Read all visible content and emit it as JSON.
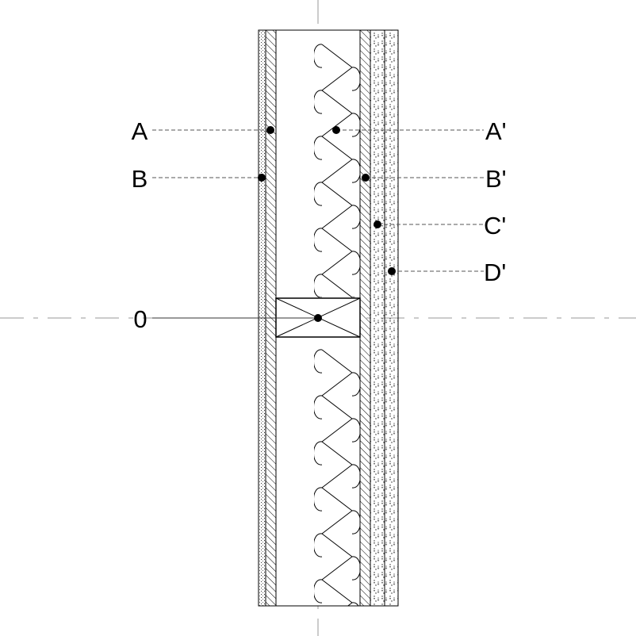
{
  "labels_left": [
    {
      "id": "a",
      "text": "A"
    },
    {
      "id": "b",
      "text": "B"
    },
    {
      "id": "zero",
      "text": "0"
    }
  ],
  "labels_right": [
    {
      "id": "a-prime",
      "text": "A'"
    },
    {
      "id": "b-prime",
      "text": "B'"
    },
    {
      "id": "c-prime",
      "text": "C'"
    },
    {
      "id": "d-prime",
      "text": "D'"
    }
  ],
  "colors": {
    "line": "#000000",
    "leader": "#555555",
    "centerline": "#999999",
    "background": "#ffffff"
  }
}
